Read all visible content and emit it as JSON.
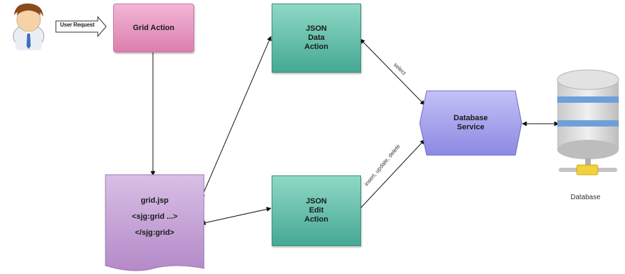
{
  "diagram": {
    "user_request_label": "User Request",
    "grid_action": {
      "label": "Grid Action"
    },
    "json_data_action": {
      "lines": [
        "JSON",
        "Data",
        "Action"
      ]
    },
    "json_edit_action": {
      "lines": [
        "JSON",
        "Edit",
        "Action"
      ]
    },
    "database_service": {
      "lines": [
        "Database",
        "Service"
      ]
    },
    "grid_jsp": {
      "lines": [
        "grid.jsp",
        "<sjg:grid ...>",
        "</sjg:grid>"
      ]
    },
    "edges": {
      "select_label": "select",
      "modify_label": "insert, update, delete"
    },
    "database": {
      "label": "Database"
    }
  },
  "colors": {
    "grid_action": "#e89bc4",
    "json_actions": "#5fbfa8",
    "database_service": "#a9a6ee",
    "grid_jsp": "#c9a4d8",
    "database_band": "#6f9fd8",
    "database_connector": "#f2d23a"
  }
}
